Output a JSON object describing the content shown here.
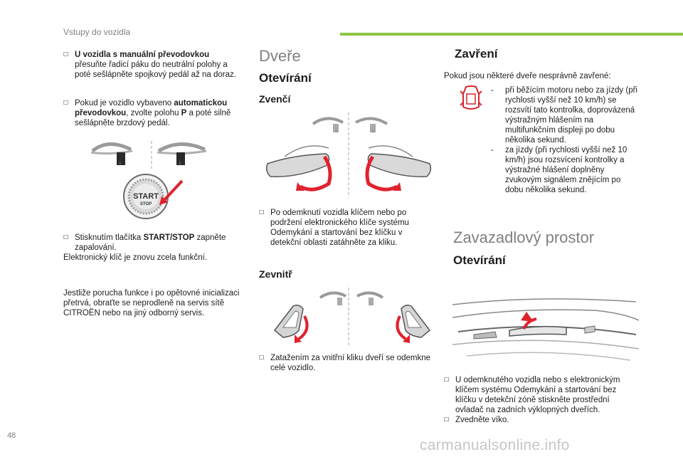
{
  "header": {
    "section_title": "Vstupy do vozidla"
  },
  "page_number": "48",
  "watermark": "carmanualsonline.info",
  "col1": {
    "item1": {
      "bold": "U vozidla s manuální převodovkou",
      "text": "přesuňte řadicí páku do neutrální polohy a poté sešlápněte spojkový pedál až na doraz."
    },
    "item2": {
      "before": "Pokud je vozidlo vybaveno ",
      "bold1": "automatickou převodovkou",
      "middle": ", zvolte polohu ",
      "bold2": "P",
      "after": " a poté silně sešlápněte brzdový pedál."
    },
    "button_label_top": "START",
    "button_label_bottom": "STOP",
    "item3": {
      "before": "Stisknutím tlačítka ",
      "bold": "START/STOP",
      "after": " zapněte zapalování."
    },
    "note": "Elektronický klíč je znovu zcela funkční.",
    "paragraph": "Jestliže porucha funkce i po opětovné inicializaci přetrvá, obraťte se neprodleně na servis sítě CITROËN nebo na jiný odborný servis."
  },
  "col2": {
    "title": "Dveře",
    "opening": "Otevírání",
    "outside": "Zvenčí",
    "outside_text": "Po odemknutí vozidla klíčem nebo po podržení elektronického klíče systému Odemykání a startování bez klíčku v detekční oblasti zatáhněte za kliku.",
    "inside": "Zevnitř",
    "inside_text": "Zatažením za vnitřní kliku dveří se odemkne celé vozidlo."
  },
  "col3": {
    "closing": "Zavření",
    "closing_intro": "Pokud jsou některé dveře nesprávně zavřené:",
    "dash1": "při běžícím motoru nebo za jízdy (při rychlosti vyšší než 10 km/h) se rozsvítí tato kontrolka, doprovázená výstražným hlášením na multifunkčním displeji po dobu několika sekund.",
    "dash2": "za jízdy (při rychlosti vyšší než 10 km/h) jsou rozsvícení kontrolky a výstražné hlášení doplněny zvukovým signálem znějícím po dobu několika sekund.",
    "trunk_title": "Zavazadlový prostor",
    "trunk_opening": "Otevírání",
    "trunk_item1": "U odemknutého vozidla nebo s elektronickým klíčem systému Odemykání a startování bez klíčku v detekční zóně stiskněte prostřední ovladač na zadních výklopných dveřích.",
    "trunk_item2": "Zvedněte víko."
  },
  "colors": {
    "accent_green": "#8cc63f",
    "arrow_red": "#e0222d",
    "warning_red": "#d7262c"
  }
}
